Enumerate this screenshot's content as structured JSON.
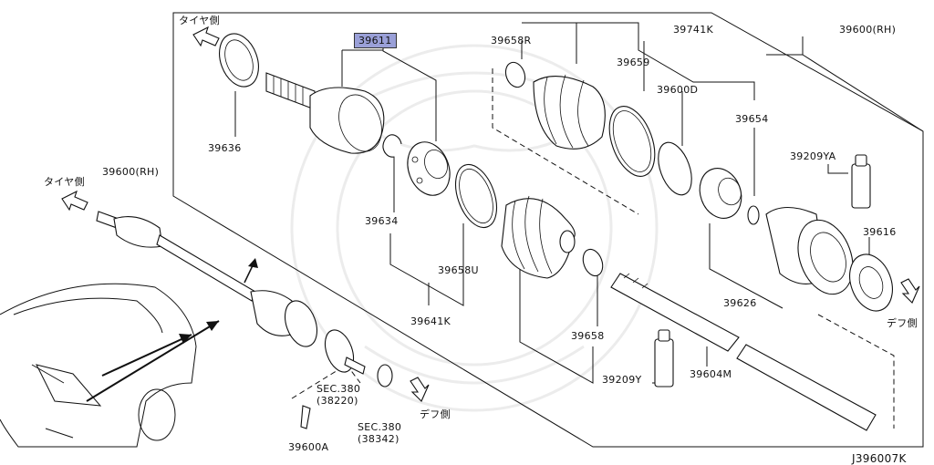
{
  "labels": {
    "p39611": "39611",
    "p39636": "39636",
    "p39600_rh_mid": "39600(RH)",
    "p39634": "39634",
    "p39658u": "39658U",
    "p39641k": "39641K",
    "p39658r": "39658R",
    "p39659": "39659",
    "p39600d": "39600D",
    "p39741k": "39741K",
    "p39654": "39654",
    "p39209ya": "39209YA",
    "p39600_rh_top": "39600(RH)",
    "p39616": "39616",
    "p39626": "39626",
    "p39658": "39658",
    "p39209y": "39209Y",
    "p39604m": "39604M",
    "p39600a": "39600A",
    "sec380_a": "SEC.380",
    "sec380_a_num": "(38220)",
    "sec380_b": "SEC.380",
    "sec380_b_num": "(38342)",
    "tire_side_top": "タイヤ側",
    "tire_side_left": "タイヤ側",
    "diff_side_mid": "デフ側",
    "diff_side_right": "デフ側",
    "diagram_code": "J396007K"
  },
  "colors": {
    "highlight": "#9aa0d8",
    "line": "#111111",
    "watermark": "#ececec"
  }
}
